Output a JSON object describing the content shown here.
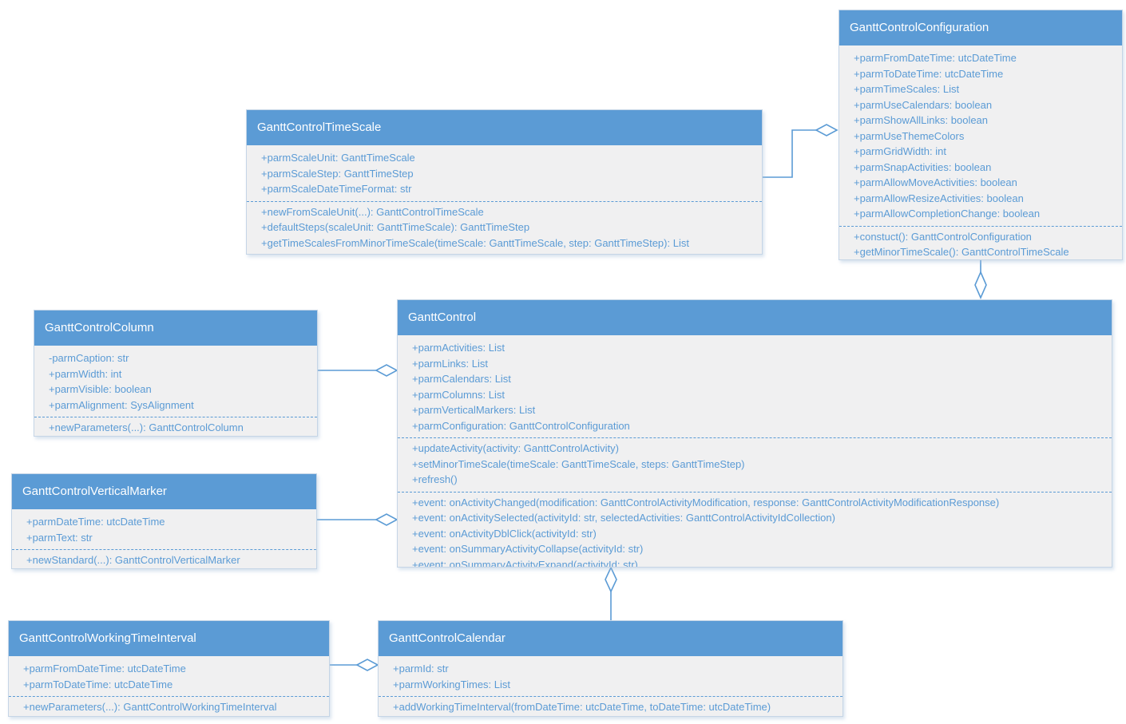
{
  "colors": {
    "accent": "#5b9bd5",
    "class_header_fill": "#5b9bd5",
    "class_header_text": "#ffffff",
    "class_body_fill": "#f0f0f1",
    "member_text": "#5b9bd5",
    "connector_line": "#5b9bd5"
  },
  "classes": {
    "timescale": {
      "title": "GanttControlTimeScale",
      "attributes": [
        "+parmScaleUnit: GanttTimeScale",
        "+parmScaleStep: GanttTimeStep",
        "+parmScaleDateTimeFormat: str"
      ],
      "methods": [
        "+newFromScaleUnit(...): GanttControlTimeScale",
        "+defaultSteps(scaleUnit: GanttTimeScale): GanttTimeStep",
        "+getTimeScalesFromMinorTimeScale(timeScale: GanttTimeScale, step: GanttTimeStep): List"
      ]
    },
    "configuration": {
      "title": "GanttControlConfiguration",
      "attributes": [
        "+parmFromDateTime: utcDateTime",
        "+parmToDateTime: utcDateTime",
        "+parmTimeScales: List",
        "+parmUseCalendars: boolean",
        "+parmShowAllLinks: boolean",
        "+parmUseThemeColors",
        "+parmGridWidth: int",
        "+parmSnapActivities: boolean",
        "+parmAllowMoveActivities: boolean",
        "+parmAllowResizeActivities: boolean",
        "+parmAllowCompletionChange: boolean"
      ],
      "methods": [
        "+constuct(): GanttControlConfiguration",
        "+getMinorTimeScale(): GanttControlTimeScale"
      ]
    },
    "column": {
      "title": "GanttControlColumn",
      "attributes": [
        "-parmCaption: str",
        "+parmWidth: int",
        "+parmVisible: boolean",
        "+parmAlignment: SysAlignment"
      ],
      "methods": [
        "+newParameters(...): GanttControlColumn"
      ]
    },
    "ganttcontrol": {
      "title": "GanttControl",
      "attributes": [
        "+parmActivities: List",
        "+parmLinks: List",
        "+parmCalendars: List",
        "+parmColumns: List",
        "+parmVerticalMarkers: List",
        "+parmConfiguration: GanttControlConfiguration"
      ],
      "methods": [
        "+updateActivity(activity: GanttControlActivity)",
        "+setMinorTimeScale(timeScale: GanttTimeScale, steps: GanttTimeStep)",
        "+refresh()"
      ],
      "events": [
        "+event: onActivityChanged(modification: GanttControlActivityModification, response: GanttControlActivityModificationResponse)",
        "+event: onActivitySelected(activityId: str, selectedActivities: GanttControlActivityIdCollection)",
        "+event: onActivityDblClick(activityId: str)",
        "+event: onSummaryActivityCollapse(activityId: str)",
        "+event: onSummaryActivityExpand(activityId: str)"
      ]
    },
    "verticalmarker": {
      "title": "GanttControlVerticalMarker",
      "attributes": [
        "+parmDateTime: utcDateTime",
        "+parmText: str"
      ],
      "methods": [
        "+newStandard(...): GanttControlVerticalMarker"
      ]
    },
    "workingtime": {
      "title": "GanttControlWorkingTimeInterval",
      "attributes": [
        "+parmFromDateTime: utcDateTime",
        "+parmToDateTime: utcDateTime"
      ],
      "methods": [
        "+newParameters(...): GanttControlWorkingTimeInterval"
      ]
    },
    "calendar": {
      "title": "GanttControlCalendar",
      "attributes": [
        "+parmId: str",
        "+parmWorkingTimes: List"
      ],
      "methods": [
        "+addWorkingTimeInterval(fromDateTime: utcDateTime, toDateTime: utcDateTime)"
      ]
    }
  },
  "relationships": [
    {
      "type": "aggregation",
      "part": "GanttControlTimeScale",
      "whole": "GanttControlConfiguration"
    },
    {
      "type": "aggregation",
      "part": "GanttControlConfiguration",
      "whole": "GanttControl"
    },
    {
      "type": "aggregation",
      "part": "GanttControlColumn",
      "whole": "GanttControl"
    },
    {
      "type": "aggregation",
      "part": "GanttControlVerticalMarker",
      "whole": "GanttControl"
    },
    {
      "type": "aggregation",
      "part": "GanttControlCalendar",
      "whole": "GanttControl"
    },
    {
      "type": "aggregation",
      "part": "GanttControlWorkingTimeInterval",
      "whole": "GanttControlCalendar"
    }
  ]
}
